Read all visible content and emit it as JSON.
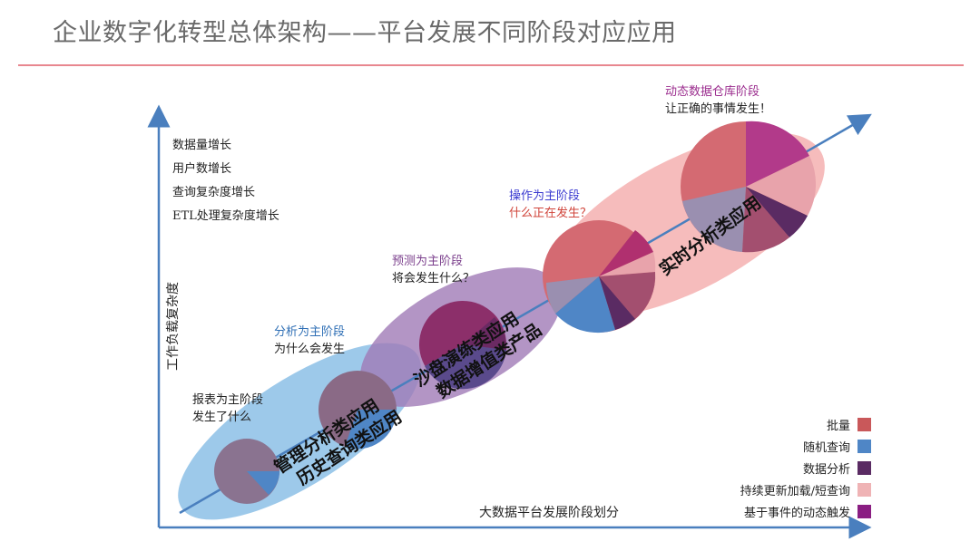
{
  "title": "企业数字化转型总体架构——平台发展不同阶段对应应用",
  "axes": {
    "y_label": "工作负载复杂度",
    "x_label": "大数据平台发展阶段划分"
  },
  "growth_items": [
    "数据量增长",
    "用户数增长",
    "查询复杂度增长",
    "ETL处理复杂度增长"
  ],
  "stages": [
    {
      "heading": "报表为主阶段",
      "desc": "发生了什么",
      "heading_color": "#222222"
    },
    {
      "heading": "分析为主阶段",
      "desc": "为什么会发生",
      "heading_color": "#2f6fb5"
    },
    {
      "heading": "预测为主阶段",
      "desc": "将会发生什么？",
      "heading_color": "#7b3f8c"
    },
    {
      "heading": "操作为主阶段",
      "desc": "什么正在发生？",
      "heading_color": "#3a3ad0",
      "desc_color": "#d0443a"
    },
    {
      "heading": "动态数据仓库阶段",
      "desc": "让正确的事情发生！",
      "heading_color": "#9b2d8e"
    }
  ],
  "ellipse_labels": {
    "blue_line1": "管理分析类应用",
    "blue_line2": "历史查询类应用",
    "purple_line1": "沙盘演练类应用",
    "purple_line2": "数据增值类产品",
    "pink_line1": "实时分析类应用"
  },
  "legend": [
    {
      "label": "批量",
      "color": "#c9585a"
    },
    {
      "label": "随机查询",
      "color": "#4f86c6"
    },
    {
      "label": "数据分析",
      "color": "#5a2b63"
    },
    {
      "label": "持续更新加载/短查询",
      "color": "#efb3b5"
    },
    {
      "label": "基于事件的动态触发",
      "color": "#8a1e82"
    }
  ],
  "colors": {
    "axis": "#4a7fbe",
    "title_rule": "#e8878f",
    "blue_ellipse": "#8cc0e6",
    "purple_ellipse": "#a681b8",
    "pink_ellipse": "#f4b2b2"
  }
}
